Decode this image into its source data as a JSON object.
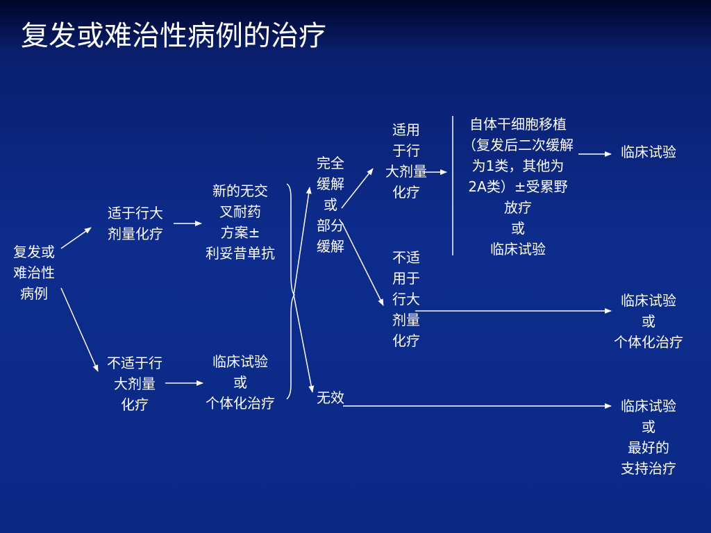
{
  "title": "复发或难治性病例的治疗",
  "nodes": {
    "root": [
      "复发或",
      "难治性",
      "病例"
    ],
    "fit": [
      "适于行大",
      "剂量化疗"
    ],
    "unfit": [
      "不适于行",
      "大剂量",
      "化疗"
    ],
    "new_regimen": [
      "新的无交",
      "叉耐药",
      "方案±",
      "利妥昔单抗"
    ],
    "trial_or_indiv_left": [
      "临床试验",
      "或",
      "个体化治疗"
    ],
    "cr_pr": [
      "完全",
      "缓解",
      "或",
      "部分",
      "缓解"
    ],
    "no_effect": [
      "无效"
    ],
    "suitable_hd": [
      "适用",
      "于行",
      "大剂量",
      "化疗"
    ],
    "unsuitable_hd": [
      "不适",
      "用于",
      "行大",
      "剂量",
      "化疗"
    ],
    "asct": [
      "自体干细胞移植",
      "（复发后二次缓解",
      "为1类，其他为",
      "2A类）±受累野",
      "放疗",
      "或",
      "临床试验"
    ],
    "trial_top": [
      "临床试验"
    ],
    "trial_or_indiv_right": [
      "临床试验",
      "或",
      "个体化治疗"
    ],
    "trial_or_support": [
      "临床试验",
      "或",
      "最好的",
      "支持治疗"
    ]
  }
}
